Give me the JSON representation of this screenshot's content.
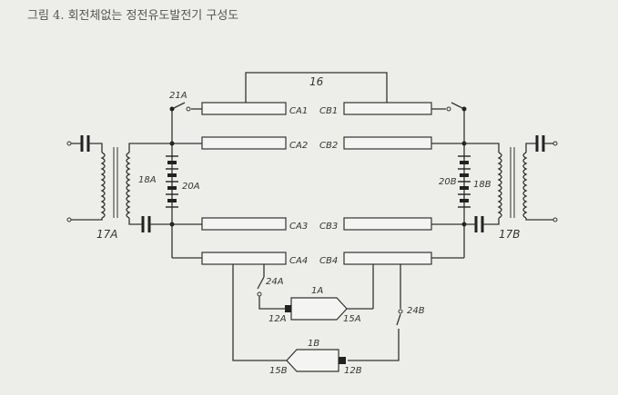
{
  "caption": "그림 4. 회전체없는 정전유도발전기 구성도",
  "labels": {
    "l16": "16",
    "l21A": "21A",
    "l18A": "18A",
    "l20A": "20A",
    "l17A": "17A",
    "l20B": "20B",
    "l18B": "18B",
    "l17B": "17B",
    "CA1": "CA1",
    "CB1": "CB1",
    "CA2": "CA2",
    "CB2": "CB2",
    "CA3": "CA3",
    "CB3": "CB3",
    "CA4": "CA4",
    "CB4": "CB4",
    "l24A": "24A",
    "l1A": "1A",
    "l12A": "12A",
    "l15A": "15A",
    "l24B": "24B",
    "l1B": "1B",
    "l15B": "15B",
    "l12B": "12B"
  }
}
